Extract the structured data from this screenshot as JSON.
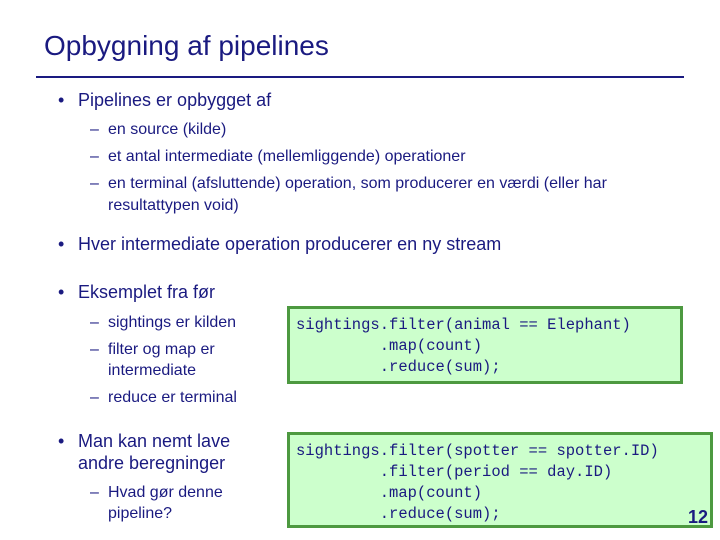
{
  "slide": {
    "title": "Opbygning af pipelines",
    "page_number": "12",
    "bullet_glyph": "•",
    "dash_glyph": "–"
  },
  "bullets": [
    {
      "text": "Pipelines er opbygget af",
      "subs": [
        "en source (kilde)",
        "et antal intermediate (mellemliggende) operationer",
        "en terminal (afsluttende) operation, som producerer en værdi (eller har",
        "resultattypen void)"
      ]
    },
    {
      "text": "Hver intermediate operation producerer en ny stream",
      "subs": []
    },
    {
      "text": "Eksemplet fra før",
      "subs": [
        "sightings er kilden",
        "filter og map er",
        "intermediate",
        "reduce er terminal"
      ]
    },
    {
      "text": "Man kan nemt lave",
      "text2": "andre beregninger",
      "subs": [
        "Hvad gør denne",
        "pipeline?"
      ]
    }
  ],
  "code_boxes": [
    {
      "lines": [
        "sightings.filter(animal == Elephant)",
        "         .map(count)",
        "         .reduce(sum);"
      ]
    },
    {
      "lines": [
        "sightings.filter(spotter == spotter.ID)",
        "         .filter(period == day.ID)",
        "         .map(count)",
        "         .reduce(sum);"
      ]
    }
  ]
}
